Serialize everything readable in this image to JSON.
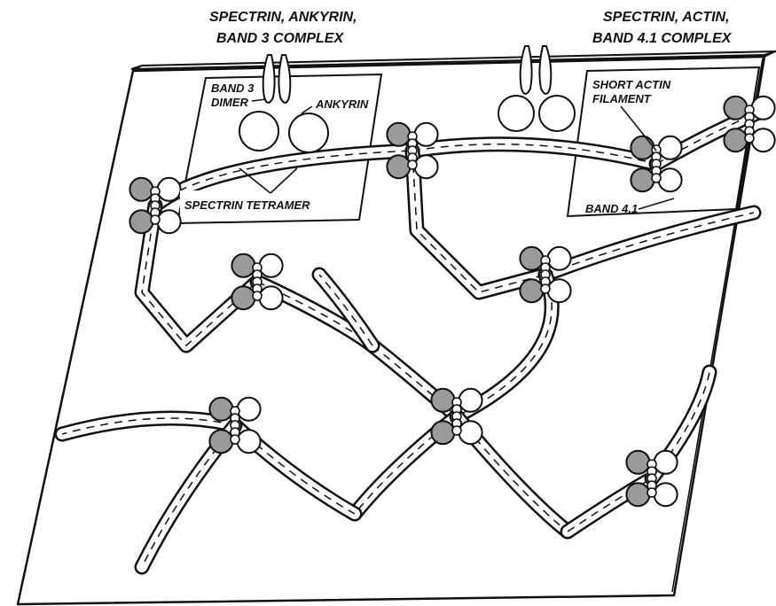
{
  "labels": {
    "spectrin_ankyrin_band3_line1": "SPECTRIN, ANKYRIN,",
    "spectrin_ankyrin_band3_line2": "BAND 3 COMPLEX",
    "spectrin_actin_band41_line1": "SPECTRIN, ACTIN,",
    "spectrin_actin_band41_line2": "BAND 4.1 COMPLEX",
    "band3_dimer_line1": "BAND 3",
    "band3_dimer_line2": "DIMER",
    "ankyrin": "ANKYRIN",
    "spectrin_tetramer": "SPECTRIN TETRAMER",
    "short_actin_line1": "SHORT ACTIN",
    "short_actin_line2": "FILAMENT",
    "band41": "BAND 4.1"
  },
  "colors": {
    "ink": "#111111",
    "band41_shading": "#9a9a9a",
    "background": "#ffffff"
  }
}
